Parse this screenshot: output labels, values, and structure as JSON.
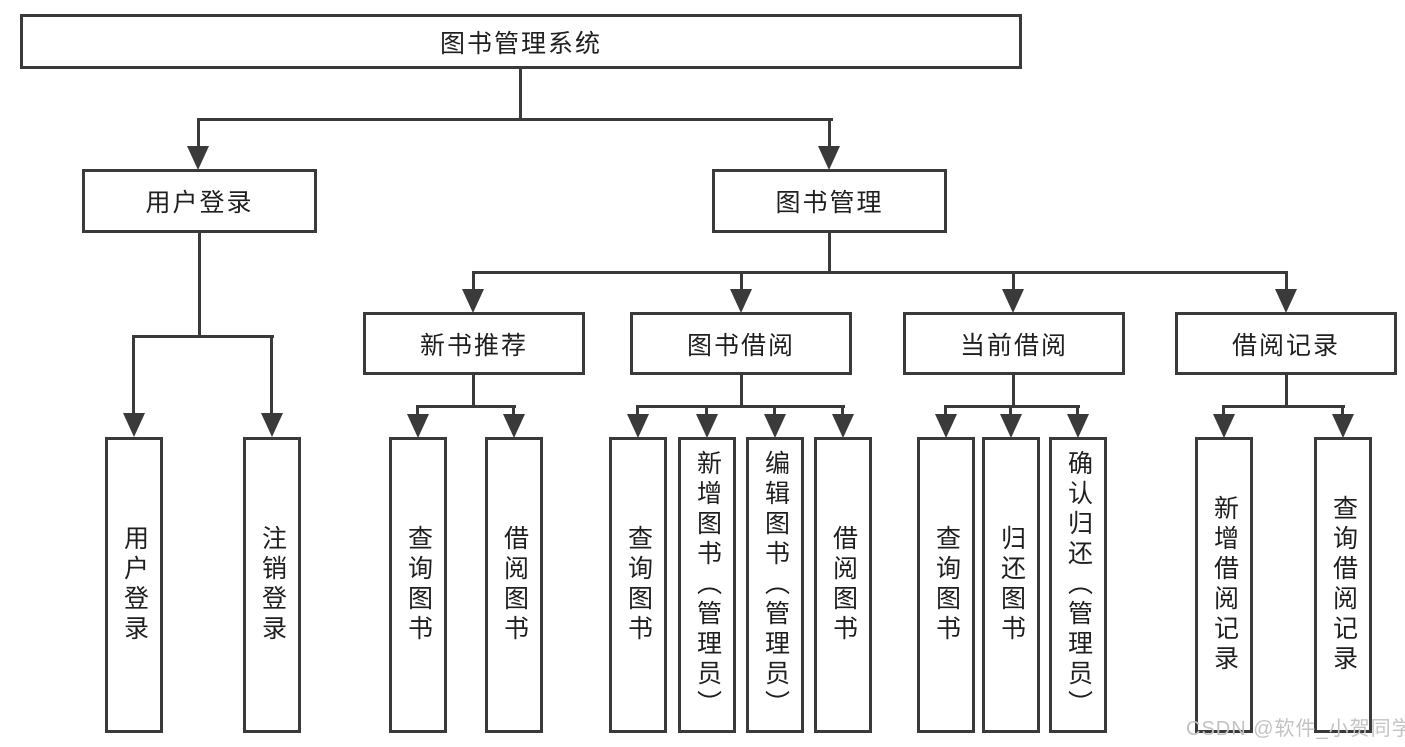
{
  "diagram_type": "function-structure-tree",
  "colors": {
    "line": "#3a3a3a",
    "text": "#1f1f1f",
    "background": "#ffffff",
    "watermark": "#c3c3c3"
  },
  "watermark": {
    "text": "CSDN @软件_小贺同学"
  },
  "tree": {
    "root": "图书管理系统",
    "children": [
      {
        "label": "用户登录",
        "children": [
          "用户登录",
          "注销登录"
        ]
      },
      {
        "label": "图书管理",
        "children": [
          {
            "label": "新书推荐",
            "children": [
              "查询图书",
              "借阅图书"
            ]
          },
          {
            "label": "图书借阅",
            "children": [
              "查询图书",
              "新增图书（管理员）",
              "编辑图书（管理员）",
              "借阅图书"
            ]
          },
          {
            "label": "当前借阅",
            "children": [
              "查询图书",
              "归还图书",
              "确认归还（管理员）"
            ]
          },
          {
            "label": "借阅记录",
            "children": [
              "新增借阅记录",
              "查询借阅记录"
            ]
          }
        ]
      }
    ]
  }
}
